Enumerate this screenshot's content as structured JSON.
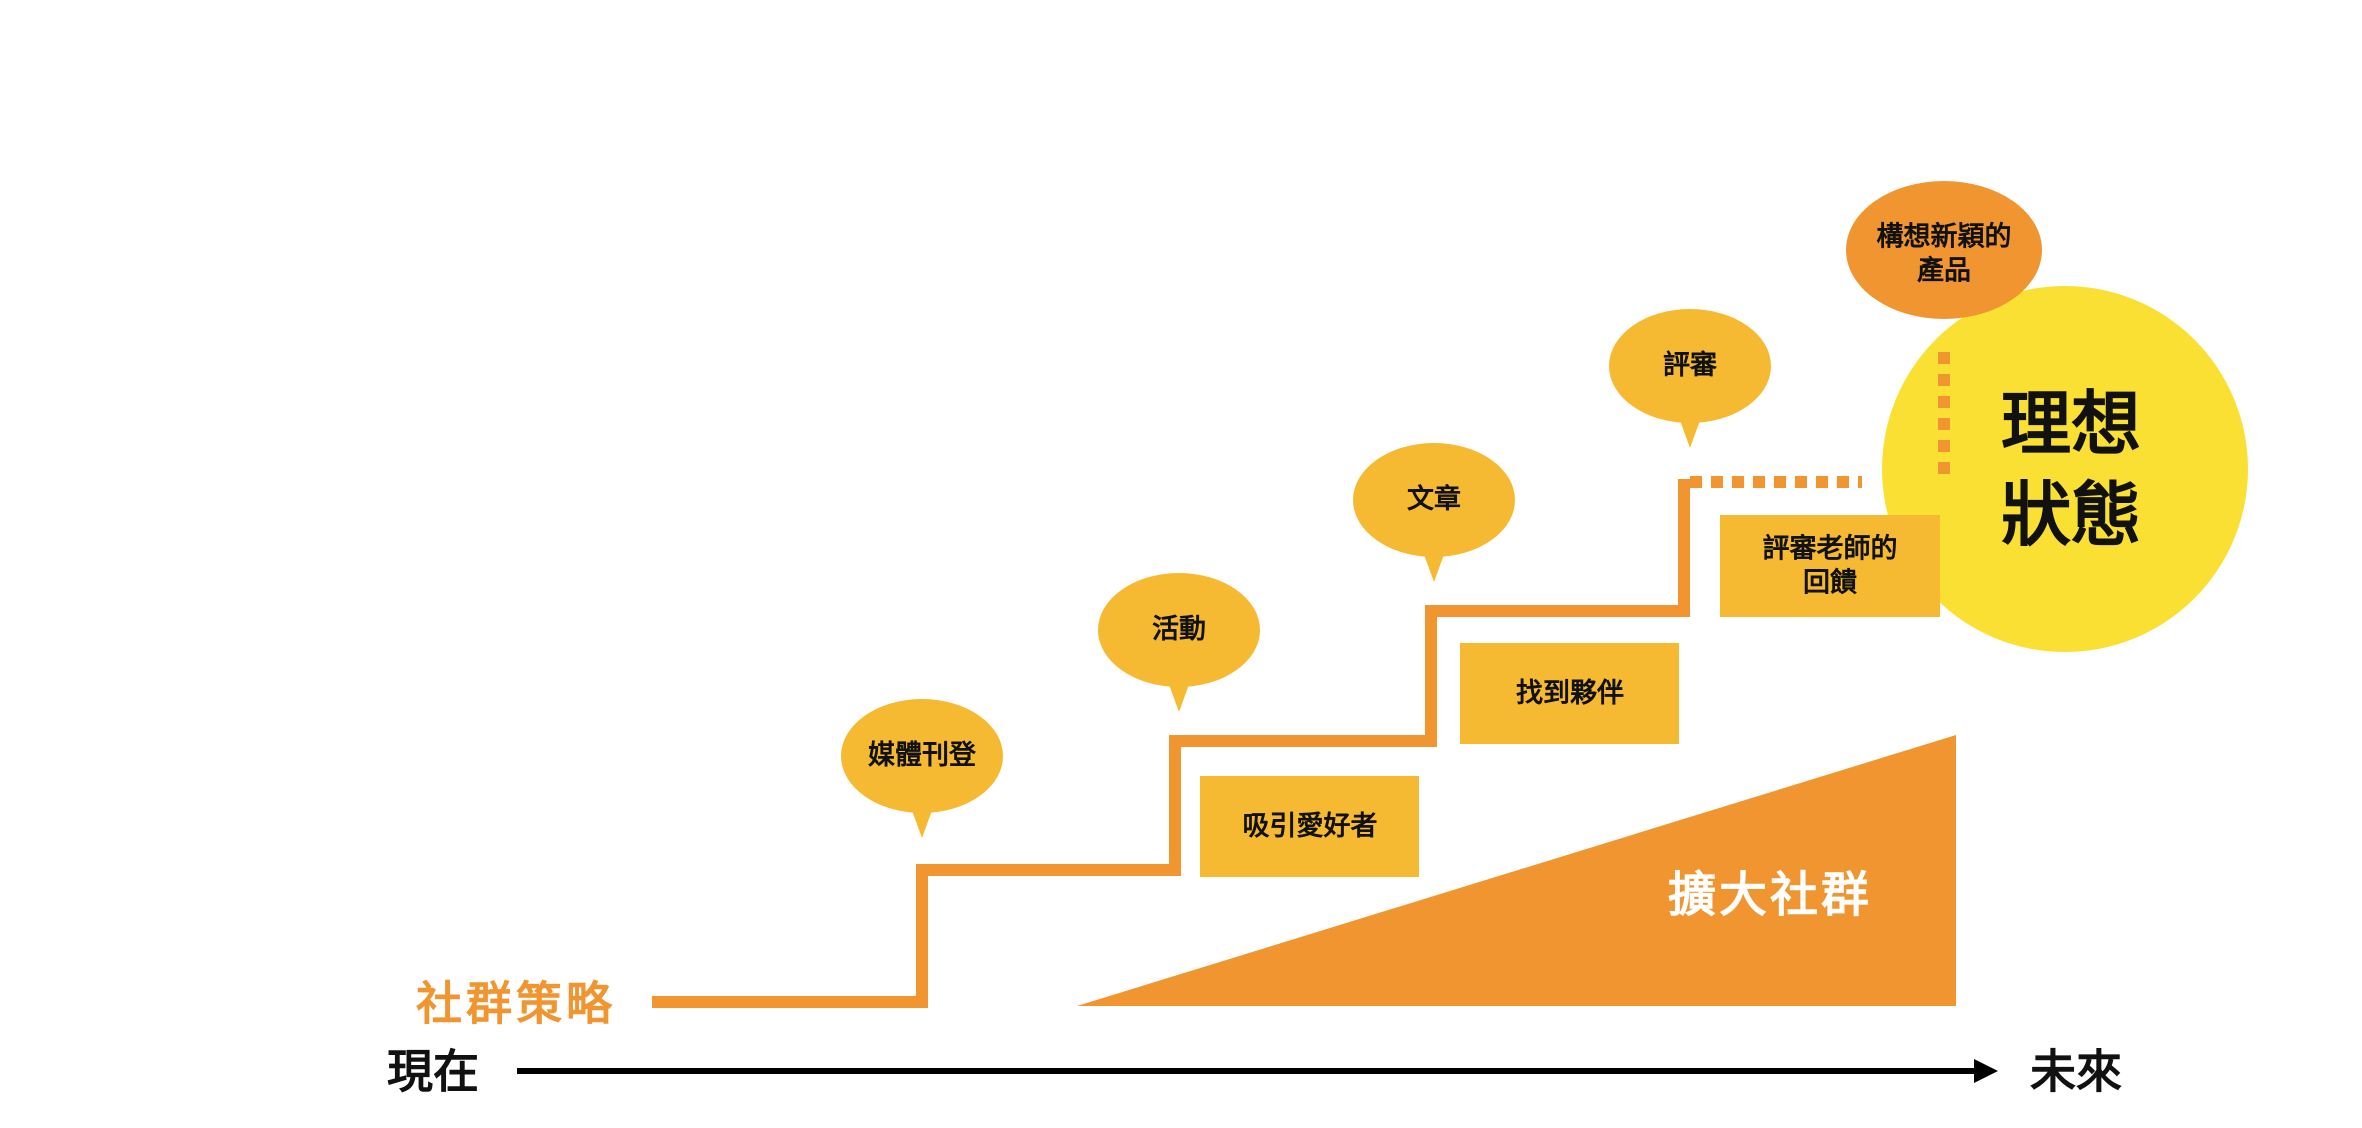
{
  "colors": {
    "orange": "#F0952F",
    "amber": "#F5BA31",
    "yellow": "#FAE032",
    "text": "#111111"
  },
  "strategy_label": "社群策略",
  "axis": {
    "start": "現在",
    "end": "未來"
  },
  "bubbles": [
    "媒體刊登",
    "活動",
    "文章",
    "評審"
  ],
  "steps": [
    "吸引愛好者",
    "找到夥伴",
    "評審老師的回饋"
  ],
  "steps_lines": {
    "feedback_line1": "評審老師的",
    "feedback_line2": "回饋"
  },
  "expand_label": "擴大社群",
  "goal": {
    "line1": "理想",
    "line2": "狀態"
  },
  "product": {
    "line1": "構想新穎的",
    "line2": "產品"
  }
}
